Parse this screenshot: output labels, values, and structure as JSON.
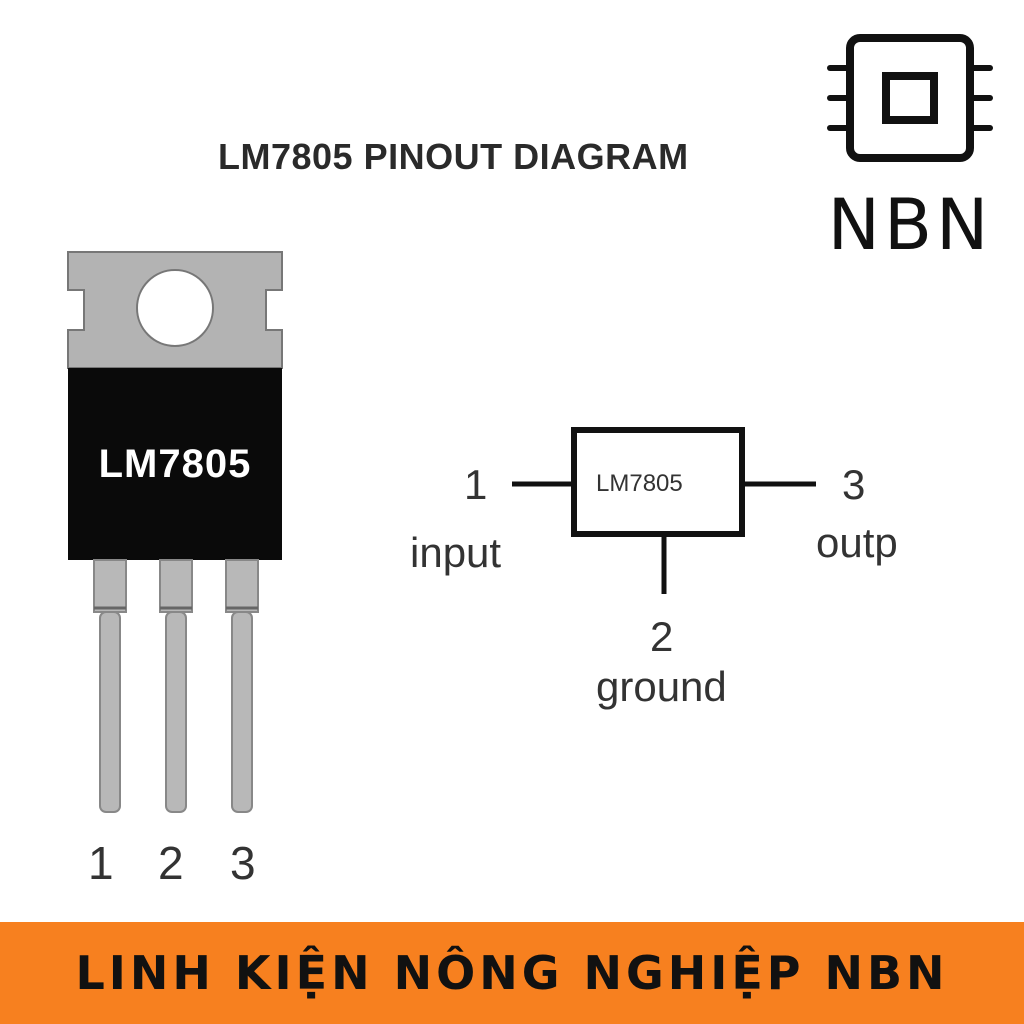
{
  "title": "LM7805 PINOUT DIAGRAM",
  "logo": {
    "text": "NBN",
    "icon": "chip-icon"
  },
  "package": {
    "label": "LM7805",
    "pins": [
      "1",
      "2",
      "3"
    ],
    "colors": {
      "tab": "#b3b3b3",
      "body": "#0a0a0a",
      "leg": "#b8b8b8"
    }
  },
  "schematic": {
    "chip_label": "LM7805",
    "pin1": {
      "number": "1",
      "name": "input"
    },
    "pin2": {
      "number": "2",
      "name": "ground"
    },
    "pin3": {
      "number": "3",
      "name": "outp"
    }
  },
  "banner": {
    "text": "LINH KIỆN NÔNG NGHIỆP NBN",
    "color": "#f7801f"
  }
}
